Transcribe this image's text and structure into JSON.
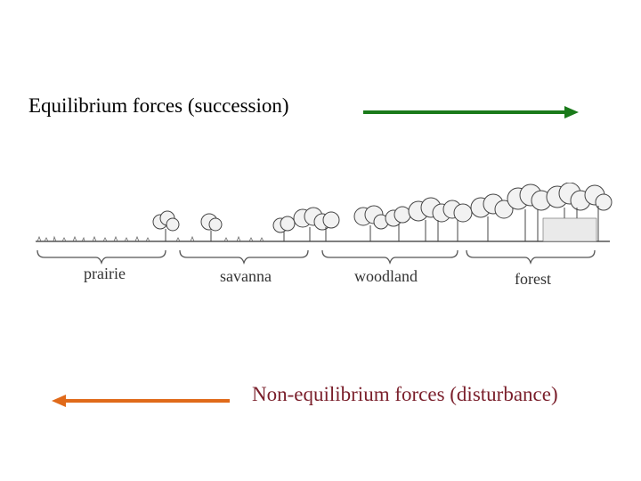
{
  "equilibrium": {
    "label": "Equilibrium forces (succession)",
    "arrow_color": "#1a7a1a"
  },
  "non_equilibrium": {
    "label": "Non-equilibrium forces (disturbance)",
    "label_color": "#7a1f2b",
    "arrow_color": "#e06a1a"
  },
  "zones": [
    {
      "label": "prairie"
    },
    {
      "label": "savanna"
    },
    {
      "label": "woodland"
    },
    {
      "label": "forest"
    }
  ]
}
